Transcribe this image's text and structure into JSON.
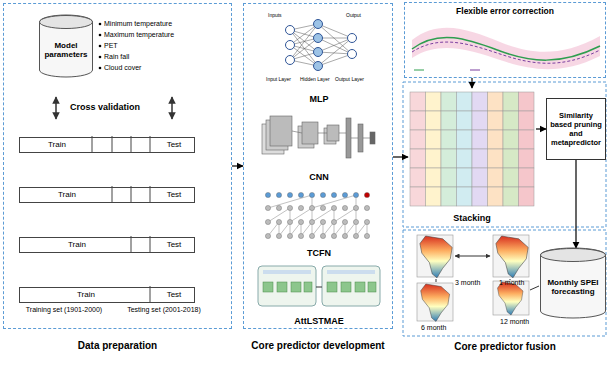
{
  "diagram": {
    "nodes": [
      {
        "text": [
          "Data preparation"
        ]
      },
      {
        "text": [
          "Model parameters"
        ],
        "in": 0
      },
      {
        "text": [
          "Train",
          "Test"
        ],
        "in": 0
      },
      {
        "text": [
          "Train",
          "Test"
        ],
        "in": 0
      },
      {
        "text": [
          "Train",
          "Test"
        ],
        "in": 0
      },
      {
        "text": [
          "Train",
          "Test"
        ],
        "in": 0
      },
      {
        "text": [
          "Core predictor development"
        ]
      },
      {
        "text": [
          "MLP"
        ],
        "in": 6
      },
      {
        "text": [
          "CNN"
        ],
        "in": 6
      },
      {
        "text": [
          "TCFN"
        ],
        "in": 6
      },
      {
        "text": [
          "AttLSTMAE"
        ],
        "in": 6
      },
      {
        "text": [
          "Core predictor fusion"
        ]
      },
      {
        "text": [
          "Flexible error correction"
        ],
        "in": 11
      },
      {
        "text": [
          "Stacking"
        ],
        "in": 11
      },
      {
        "text": [
          "Similarity based pruning and metapredictor"
        ],
        "in": 11
      },
      {
        "text": [
          "Monthly SPEI forecasting"
        ],
        "in": 11
      }
    ],
    "edges": [
      {
        "from": 0,
        "to": 6,
        "arrow": "to"
      },
      {
        "from": 6,
        "to": 13,
        "arrow": "to"
      },
      {
        "from": 12,
        "to": 13,
        "arrow": "to"
      },
      {
        "from": 13,
        "to": 14,
        "arrow": "to"
      },
      {
        "from": 14,
        "to": 15,
        "arrow": "to"
      }
    ],
    "labels": [
      "Minimum temperature",
      "Maximum temperature",
      "PET",
      "Rain fall",
      "Cloud cover",
      "Cross validation",
      "Training set (1901-2000)",
      "Testing set (2001-2018)",
      "Inputs",
      "Output",
      "Input Layer",
      "Hidden Layer",
      "Output Layer",
      "3 month",
      "1 month",
      "6 month",
      "12 month"
    ]
  }
}
